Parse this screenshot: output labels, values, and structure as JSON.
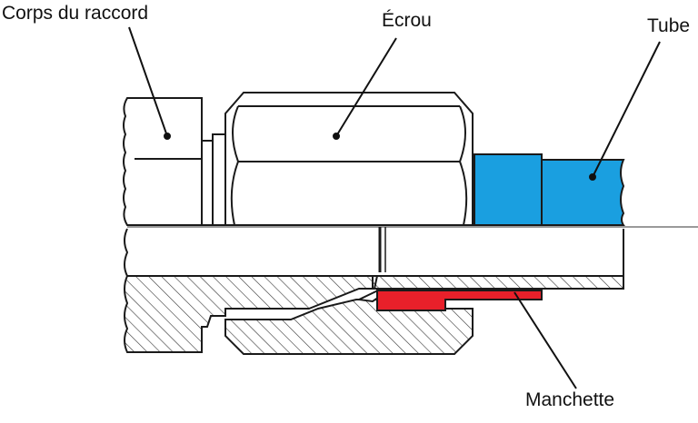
{
  "labels": {
    "corps": "Corps du raccord",
    "ecrou": "Écrou",
    "tube": "Tube",
    "manchette": "Manchette"
  },
  "colors": {
    "tube": "#1a9fe0",
    "manchette": "#e8202a",
    "outline": "#1a1a1a",
    "centerline": "#9a9a9a"
  }
}
